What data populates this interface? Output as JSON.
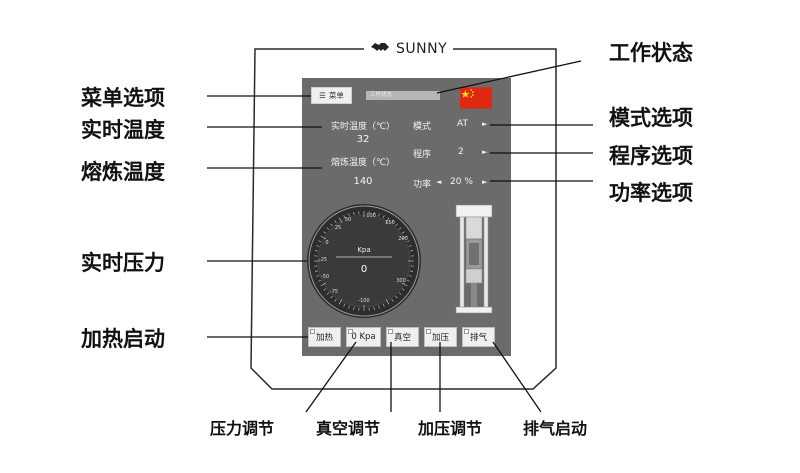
{
  "brand": {
    "name": "SUNNY",
    "logo_icon": "handshake-icon"
  },
  "screen": {
    "menu_button": {
      "label": "菜单",
      "icon": "menu-icon"
    },
    "status_text": "工作状态",
    "flag_icon": "china-flag-icon",
    "realtime_temp": {
      "label": "实时温度（℃）",
      "value": "32"
    },
    "melt_temp": {
      "label": "熔炼温度（℃）",
      "value": "140"
    },
    "mode": {
      "label": "模式",
      "value": "AT",
      "arrow": "►"
    },
    "program": {
      "label": "程序",
      "value": "2",
      "arrow": "►"
    },
    "power": {
      "label": "功率",
      "left_arrow": "◄",
      "value": "20 %",
      "right_arrow": "►"
    },
    "gauge": {
      "unit": "Kpa",
      "value": "0",
      "ticks": [
        "-100",
        "-75",
        "-50",
        "-25",
        "0",
        "25",
        "50",
        "100",
        "150",
        "200",
        "300"
      ]
    },
    "buttons": [
      {
        "label": "加热"
      },
      {
        "label": "0 Kpa"
      },
      {
        "label": "真空"
      },
      {
        "label": "加压"
      },
      {
        "label": "排气"
      }
    ]
  },
  "callouts": {
    "left": [
      "菜单选项",
      "实时温度",
      "熔炼温度",
      "实时压力",
      "加热启动"
    ],
    "right": [
      "工作状态",
      "模式选项",
      "程序选项",
      "功率选项"
    ],
    "bottom": [
      "压力调节",
      "真空调节",
      "加压调节",
      "排气启动"
    ]
  },
  "colors": {
    "screen_bg": "#6b6b6b",
    "button_bg": "#efefef",
    "flag_red": "#de2910",
    "flag_star": "#ffde00"
  }
}
